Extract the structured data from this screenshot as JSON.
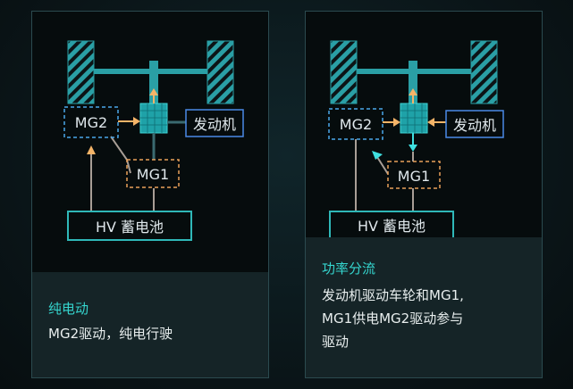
{
  "left_panel": {
    "labels": {
      "mg2": "MG2",
      "mg1": "MG1",
      "engine": "发动机",
      "battery": "HV 蓄电池"
    },
    "title": "纯电动",
    "description": [
      "MG2驱动，纯电行驶"
    ]
  },
  "right_panel": {
    "labels": {
      "mg2": "MG2",
      "mg1": "MG1",
      "engine": "发动机",
      "battery": "HV 蓄电池"
    },
    "title": "功率分流",
    "description": [
      "发动机驱动车轮和MG1,",
      "MG1供电MG2驱动参与",
      "驱动"
    ]
  },
  "colors": {
    "teal": "#2a9fa5",
    "cyan": "#3fd6d6",
    "mg2_blue": "#4aa6ea",
    "engine_blue": "#4a8ae6",
    "mg1_orange": "#e9a05a",
    "flow_arrow": "#f4b468",
    "cyan_arrow": "#3fe0e0"
  }
}
